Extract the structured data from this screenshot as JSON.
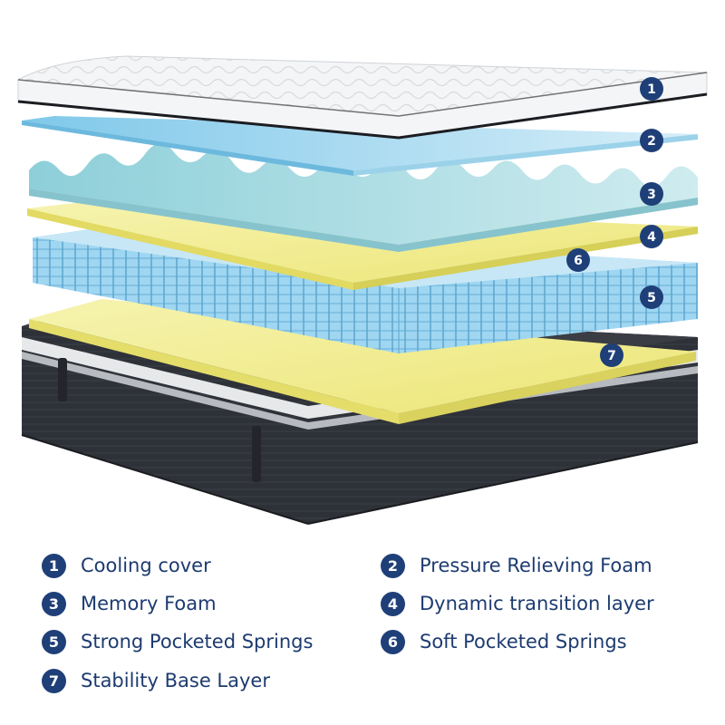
{
  "colors": {
    "accent": "#1f3f78",
    "cover": "#f4f5f6",
    "gel_foam": "#bfe3f3",
    "memory_foam": "#a9dbe2",
    "transition_foam": "#f2ef9a",
    "springs": "#8fcfee",
    "base_foam": "#f2ef9a",
    "mattress_base": "#2e3138"
  },
  "layers": [
    {
      "number": "1",
      "label": "Cooling cover"
    },
    {
      "number": "2",
      "label": "Pressure Relieving Foam"
    },
    {
      "number": "3",
      "label": "Memory Foam"
    },
    {
      "number": "4",
      "label": "Dynamic transition layer"
    },
    {
      "number": "5",
      "label": "Strong Pocketed Springs"
    },
    {
      "number": "6",
      "label": "Soft Pocketed Springs"
    },
    {
      "number": "7",
      "label": "Stability Base Layer"
    }
  ]
}
